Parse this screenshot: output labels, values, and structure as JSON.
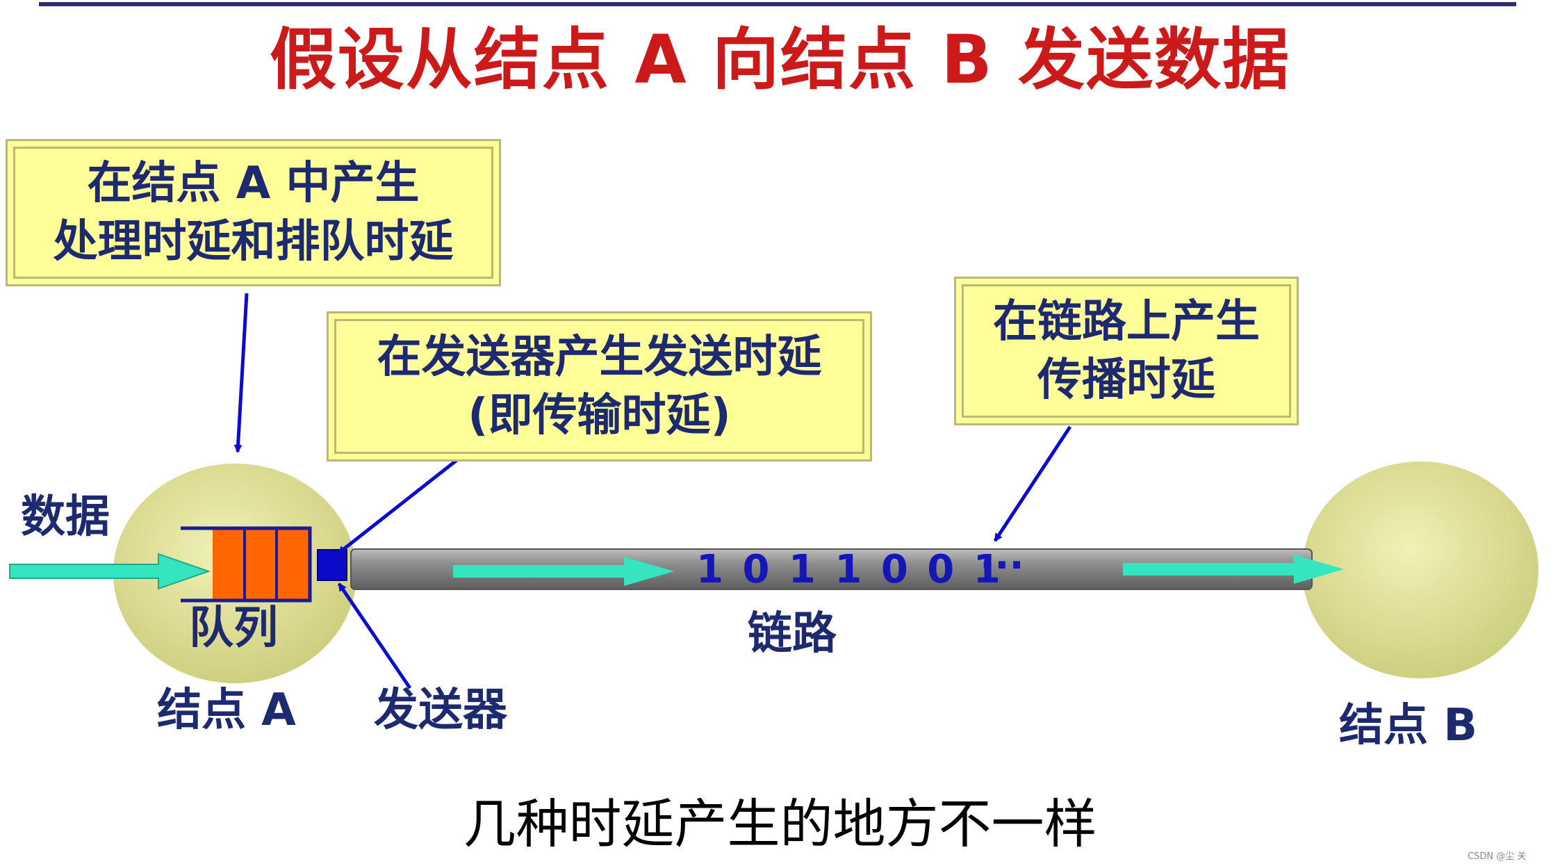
{
  "title": "假设从结点 A 向结点 B 发送数据",
  "callouts": {
    "node_a_delay": {
      "line1": "在结点 A 中产生",
      "line2": "处理时延和排队时延"
    },
    "transmit_delay": {
      "line1": "在发送器产生发送时延",
      "line2": "(即传输时延)"
    },
    "propagation_delay": {
      "line1": "在链路上产生",
      "line2": "传播时延"
    }
  },
  "labels": {
    "data": "数据",
    "queue": "队列",
    "node_a": "结点 A",
    "transmitter": "发送器",
    "link": "链路",
    "node_b": "结点 B",
    "bits": "1 0 1 1 0 0 1",
    "ellipsis": "···"
  },
  "caption": "几种时延产生的地方不一样",
  "watermark": "CSDN @尘 关",
  "colors": {
    "title": "#cc1a1a",
    "label": "#1d2a70",
    "callout_fill": "#ffff9a",
    "node_fill": "#dada88",
    "queue_fill": "#ff6600",
    "transmitter": "#0a0ac8",
    "flow_arrow": "#33e6bf",
    "pointer_arrow": "#0a0ad0",
    "link": "#8c8c8c"
  }
}
